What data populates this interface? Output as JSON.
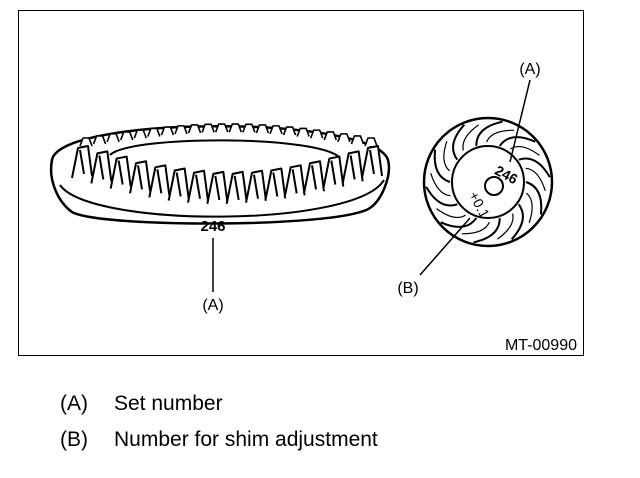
{
  "figure": {
    "ring_gear_number": "246",
    "pinion_number": "246",
    "shim_number": "+0.1",
    "callout_a_ring": "(A)",
    "callout_a_pinion": "(A)",
    "callout_b": "(B)",
    "figure_code": "MT-00990"
  },
  "legend": {
    "items": [
      {
        "key": "(A)",
        "text": "Set number"
      },
      {
        "key": "(B)",
        "text": "Number for shim adjustment"
      }
    ]
  }
}
